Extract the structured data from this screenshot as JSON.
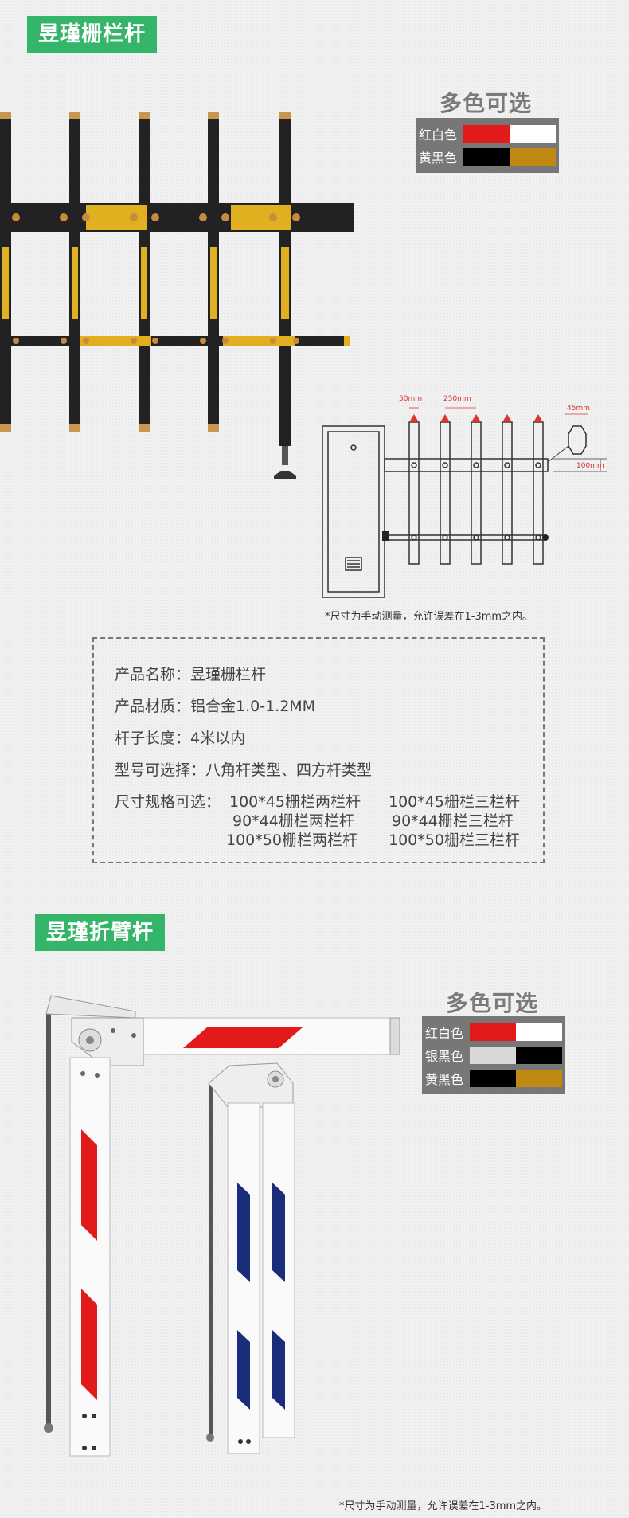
{
  "section1": {
    "title": "昱瑾栅栏杆",
    "colors_title": "多色可选",
    "colors": [
      {
        "label": "红白色",
        "c1": "#e31a1c",
        "c2": "#ffffff"
      },
      {
        "label": "黄黑色",
        "c1": "#000000",
        "c2": "#c08a12"
      }
    ],
    "dims": {
      "d50": "50mm",
      "d250": "250mm",
      "d45": "45mm",
      "d100": "100mm"
    },
    "note": "*尺寸为手动测量，允许误差在1-3mm之内。"
  },
  "spec": {
    "name": "产品名称：昱瑾栅栏杆",
    "material": "产品材质：铝合金1.0-1.2MM",
    "length": "杆子长度：4米以内",
    "model": "型号可选择：八角杆类型、四方杆类型",
    "size_label": "尺寸规格可选：",
    "sizes": [
      [
        "100*45栅栏两栏杆",
        "100*45栅栏三栏杆"
      ],
      [
        "90*44栅栏两栏杆",
        "90*44栅栏三栏杆"
      ],
      [
        "100*50栅栏两栏杆",
        "100*50栅栏三栏杆"
      ]
    ]
  },
  "section2": {
    "title": "昱瑾折臂杆",
    "colors_title": "多色可选",
    "colors": [
      {
        "label": "红白色",
        "c1": "#e31a1c",
        "c2": "#ffffff"
      },
      {
        "label": "银黑色",
        "c1": "#d8d8d8",
        "c2": "#000000"
      },
      {
        "label": "黄黑色",
        "c1": "#000000",
        "c2": "#c08a12"
      }
    ],
    "note": "*尺寸为手动测量，允许误差在1-3mm之内。"
  }
}
